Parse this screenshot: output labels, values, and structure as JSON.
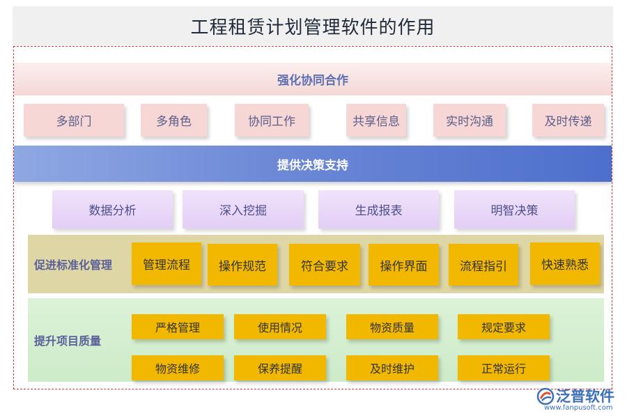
{
  "title": "工程租赁计划管理软件的作用",
  "sections": [
    {
      "title": "强化协同合作",
      "items": [
        "多部门",
        "多角色",
        "协同工作",
        "共享信息",
        "实时沟通",
        "及时传递"
      ]
    },
    {
      "title": "提供决策支持",
      "items": [
        "数据分析",
        "深入挖掘",
        "生成报表",
        "明智决策"
      ]
    },
    {
      "title": "促进标准化管理",
      "items": [
        "管理流程",
        "操作规范",
        "符合要求",
        "操作界面",
        "流程指引",
        "快速熟悉"
      ]
    },
    {
      "title": "提升项目质量",
      "rows": [
        [
          "严格管理",
          "使用情况",
          "物资质量",
          "规定要求"
        ],
        [
          "物资维修",
          "保养提醒",
          "及时维护",
          "正常运行"
        ]
      ]
    }
  ],
  "logo": {
    "name": "泛普软件",
    "url": "www.fanpusoft.com",
    "icon": "fanpu-logo-icon"
  },
  "colors": {
    "frame_border": "#d9343b",
    "banner_blue": "#4d6fcc",
    "box_gold": "#f2b800",
    "box_pink": "#f7d6d6",
    "box_lavender": "#e3cef6",
    "section_khaki": "#dfd6a6",
    "section_green": "#cdebc8"
  }
}
